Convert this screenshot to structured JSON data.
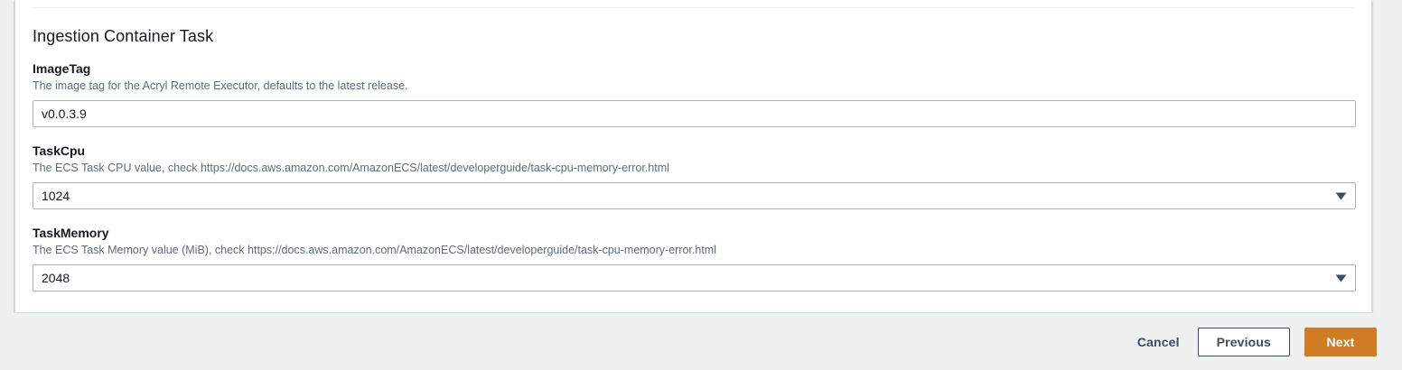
{
  "card": {
    "section_title": "Ingestion Container Task",
    "fields": [
      {
        "label": "ImageTag",
        "description": "The image tag for the Acryl Remote Executor, defaults to the latest release.",
        "type": "text",
        "value": "v0.0.3.9",
        "placeholder": ""
      },
      {
        "label": "TaskCpu",
        "description": "The ECS Task CPU value, check https://docs.aws.amazon.com/AmazonECS/latest/developerguide/task-cpu-memory-error.html",
        "type": "select",
        "value": "1024",
        "arrow_icon": "chevron-down-icon"
      },
      {
        "label": "TaskMemory",
        "description": "The ECS Task Memory value (MiB), check https://docs.aws.amazon.com/AmazonECS/latest/developerguide/task-cpu-memory-error.html",
        "type": "select",
        "value": "2048",
        "arrow_icon": "chevron-down-icon"
      }
    ]
  },
  "footer": {
    "cancel_label": "Cancel",
    "previous_label": "Previous",
    "next_label": "Next"
  },
  "colors": {
    "page_background": "#eff0f0",
    "card_background": "#ffffff",
    "card_border": "#d5dbdb",
    "divider": "#e9ebed",
    "label_text": "#16191f",
    "description_text": "#5f6b7a",
    "input_border": "#aab7b8",
    "input_text": "#16191f",
    "primary_button": "#d07c24",
    "primary_button_text": "#ffffff",
    "normal_button_border": "#414d5c",
    "normal_button_text": "#414d5c",
    "link_button_text": "#414d5c",
    "arrow_icon": "#414d5c"
  }
}
